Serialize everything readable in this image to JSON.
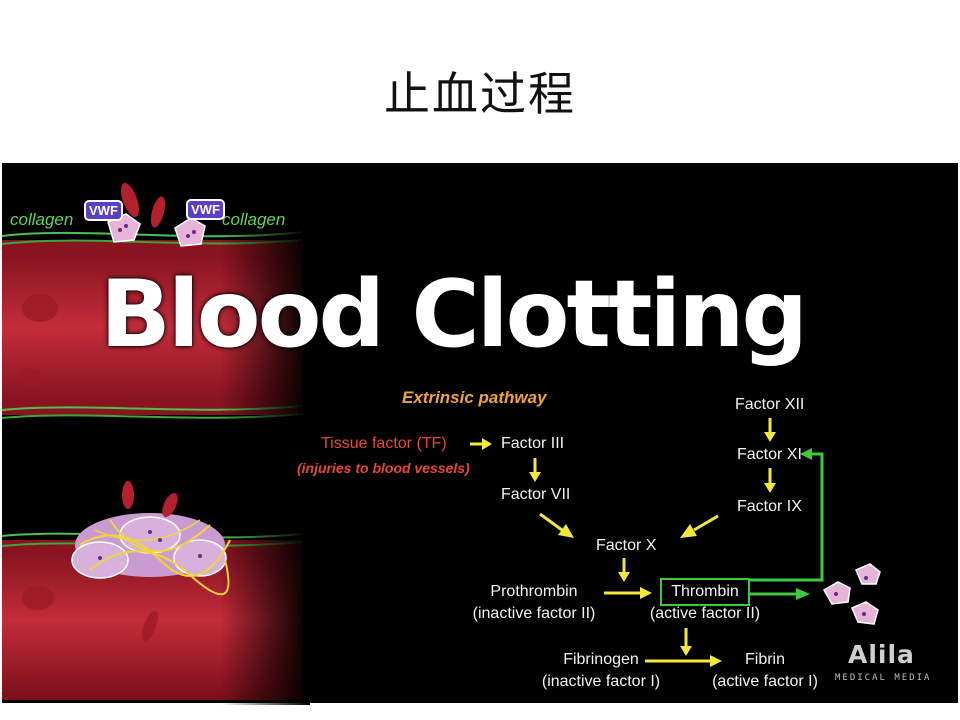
{
  "slide": {
    "title": "止血过程"
  },
  "video": {
    "title": "Blood Clotting",
    "collagen_left": "collagen",
    "collagen_right": "collagen",
    "vwf_left": "VWF",
    "vwf_right": "VWF"
  },
  "diagram": {
    "extrinsic_label": "Extrinsic pathway",
    "tissue_factor": "Tissue factor (TF)",
    "tissue_factor_note": "(injuries to blood vessels)",
    "factor_iii": "Factor III",
    "factor_vii": "Factor VII",
    "factor_xii": "Factor XII",
    "factor_xi": "Factor XI",
    "factor_ix": "Factor IX",
    "factor_x": "Factor X",
    "prothrombin": "Prothrombin",
    "prothrombin_note": "(inactive factor II)",
    "thrombin": "Thrombin",
    "thrombin_note": "(active factor II)",
    "fibrinogen": "Fibrinogen",
    "fibrinogen_note": "(inactive factor I)",
    "fibrin": "Fibrin",
    "fibrin_note": "(active factor I)"
  },
  "logo": {
    "name": "Alila",
    "sub": "MEDICAL MEDIA"
  },
  "colors": {
    "arrow": "#f2e83a",
    "feedback": "#3ec93e",
    "vessel": "#b3202e"
  }
}
